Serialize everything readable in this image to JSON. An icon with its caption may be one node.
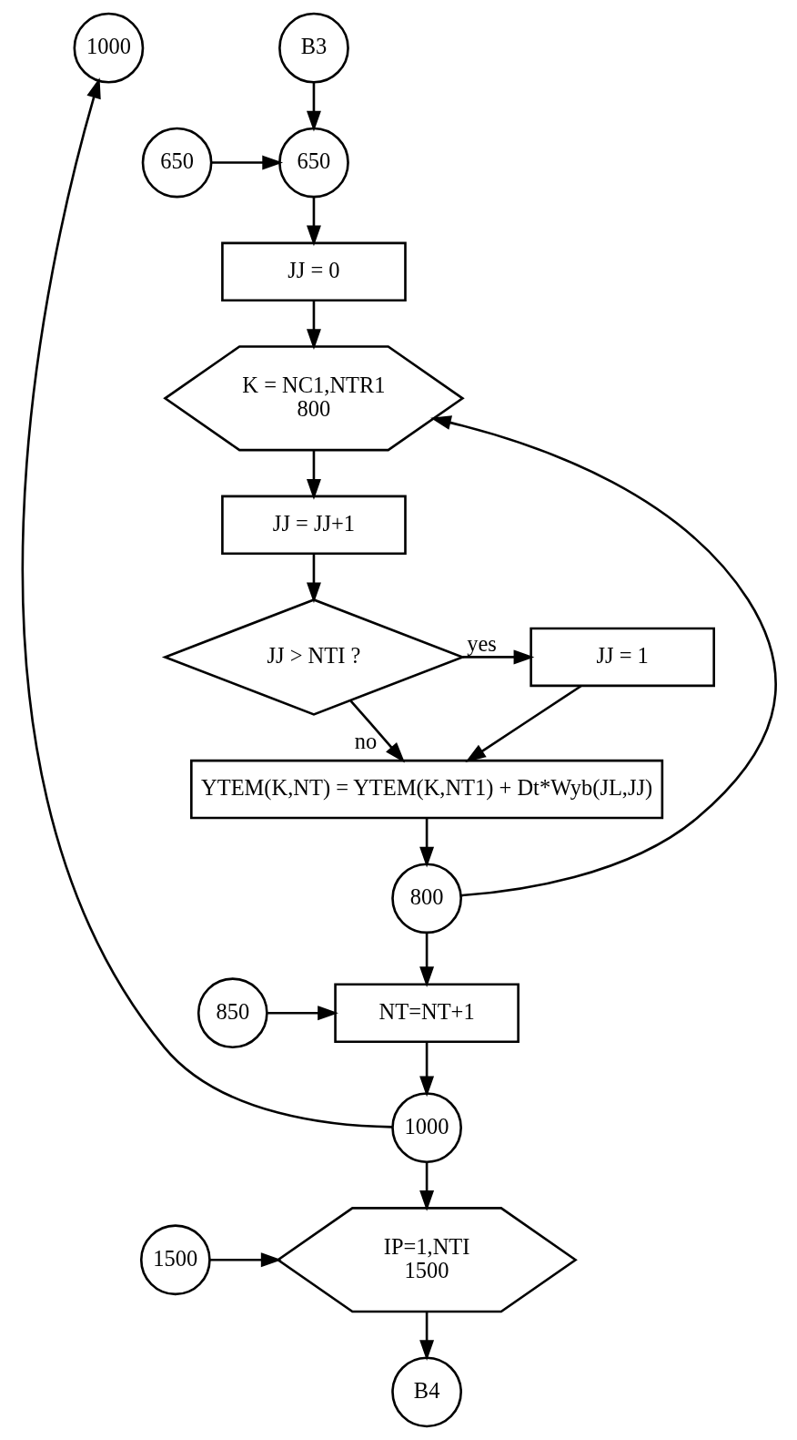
{
  "diagram": {
    "nodes": [
      {
        "text": [
          "1000"
        ]
      },
      {
        "text": [
          "B3"
        ]
      },
      {
        "text": [
          "650"
        ]
      },
      {
        "text": [
          "650"
        ]
      },
      {
        "text": [
          "JJ = 0"
        ]
      },
      {
        "text": [
          "K = NC1,NTR1",
          "800"
        ]
      },
      {
        "text": [
          "JJ = JJ+1"
        ]
      },
      {
        "text": [
          "JJ > NTI ?"
        ]
      },
      {
        "text": [
          "JJ = 1"
        ]
      },
      {
        "text": [
          "YTEM(K,NT) = YTEM(K,NT1) + Dt*Wyb(JL,JJ)"
        ]
      },
      {
        "text": [
          "800"
        ]
      },
      {
        "text": [
          "850"
        ]
      },
      {
        "text": [
          "NT=NT+1"
        ]
      },
      {
        "text": [
          "1000"
        ]
      },
      {
        "text": [
          "IP=1,NTI",
          "1500"
        ]
      },
      {
        "text": [
          "1500"
        ]
      },
      {
        "text": [
          "B4"
        ]
      }
    ],
    "edges": [
      {
        "from": 1,
        "to": 3,
        "arrow": "to"
      },
      {
        "from": 2,
        "to": 3,
        "arrow": "to"
      },
      {
        "from": 3,
        "to": 4,
        "arrow": "to"
      },
      {
        "from": 4,
        "to": 5,
        "arrow": "to"
      },
      {
        "from": 5,
        "to": 6,
        "arrow": "to"
      },
      {
        "from": 6,
        "to": 7,
        "arrow": "to"
      },
      {
        "from": 7,
        "to": 8,
        "arrow": "to",
        "label": "yes"
      },
      {
        "from": 7,
        "to": 9,
        "arrow": "to",
        "label": "no"
      },
      {
        "from": 8,
        "to": 9,
        "arrow": "to"
      },
      {
        "from": 9,
        "to": 10,
        "arrow": "to"
      },
      {
        "from": 10,
        "to": 5,
        "arrow": "to"
      },
      {
        "from": 10,
        "to": 12,
        "arrow": "to"
      },
      {
        "from": 11,
        "to": 12,
        "arrow": "to"
      },
      {
        "from": 12,
        "to": 13,
        "arrow": "to"
      },
      {
        "from": 13,
        "to": 0,
        "arrow": "to"
      },
      {
        "from": 13,
        "to": 14,
        "arrow": "to"
      },
      {
        "from": 15,
        "to": 14,
        "arrow": "to"
      },
      {
        "from": 14,
        "to": 16,
        "arrow": "to"
      }
    ]
  }
}
